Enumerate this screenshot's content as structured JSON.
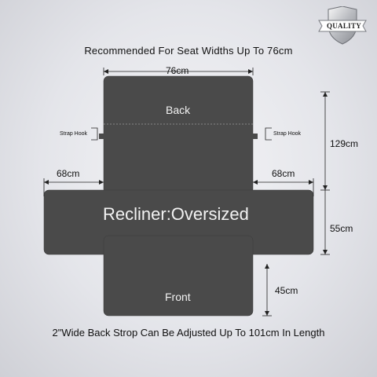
{
  "header": {
    "text": "Recommended For Seat Widths Up To 76cm"
  },
  "footer": {
    "text": "2\"Wide Back Strop Can Be Adjusted Up To 101cm In Length"
  },
  "badge": {
    "label": "QUALITY",
    "icon": "shield-icon"
  },
  "diagram": {
    "product_label": "Recliner:Oversized",
    "back_label": "Back",
    "front_label": "Front",
    "strap_hook_left": "Strap Hook",
    "strap_hook_right": "Strap Hook",
    "dimensions": {
      "top_width": "76cm",
      "left_arm": "68cm",
      "right_arm": "68cm",
      "back_height": "129cm",
      "seat_height": "55cm",
      "front_height": "45cm"
    },
    "colors": {
      "cover": "#4a4a4a",
      "dimension_line": "#222222",
      "background": "#e6e7ec"
    }
  }
}
